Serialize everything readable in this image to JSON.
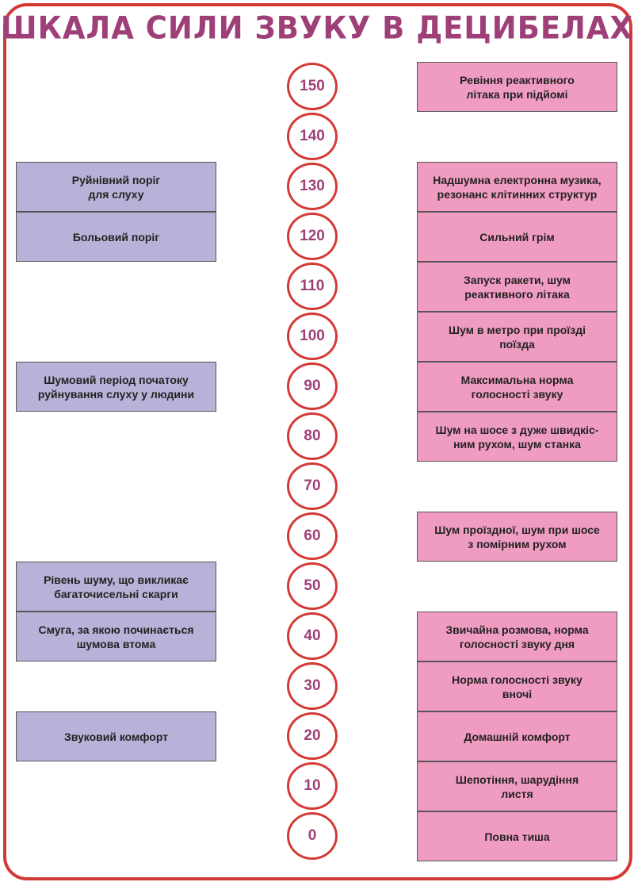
{
  "title": "ШКАЛА СИЛИ ЗВУКУ В ДЕЦИБЕЛАХ",
  "colors": {
    "frame": "#d43a35",
    "title": "#9e3f78",
    "left_box": "#b9b2d8",
    "right_box": "#f09cc2"
  },
  "scale": {
    "levels": [
      "150",
      "140",
      "130",
      "120",
      "110",
      "100",
      "90",
      "80",
      "70",
      "60",
      "50",
      "40",
      "30",
      "20",
      "10",
      "0"
    ]
  },
  "left_labels": [
    {
      "level": "130",
      "text": "Руйнівний поріг\nдля слуху"
    },
    {
      "level": "120",
      "text": "Больовий поріг"
    },
    {
      "level": "90",
      "text": "Шумовий період початоку\nруйнування слуху у людини"
    },
    {
      "level": "50",
      "text": "Рівень шуму, що викликає\nбагаточисельні скарги"
    },
    {
      "level": "40",
      "text": "Смуга, за якою починається\nшумова втома"
    },
    {
      "level": "20",
      "text": "Звуковий комфорт"
    }
  ],
  "right_labels": [
    {
      "level": "150",
      "text": "Ревіння реактивного\nлітака при підйомі"
    },
    {
      "level": "130",
      "text": "Надшумна електронна музика,\nрезонанс клітинних структур"
    },
    {
      "level": "120",
      "text": "Сильний грім"
    },
    {
      "level": "110",
      "text": "Запуск ракети, шум\nреактивного літака"
    },
    {
      "level": "100",
      "text": "Шум в метро при проїзді\nпоїзда"
    },
    {
      "level": "90",
      "text": "Максимальна норма\nголосності звуку"
    },
    {
      "level": "80",
      "text": "Шум на шосе з дуже швидкіс-\nним рухом, шум станка"
    },
    {
      "level": "60",
      "text": "Шум проїздної, шум при шосе\nз помірним рухом"
    },
    {
      "level": "40",
      "text": "Звичайна розмова, норма\nголосності звуку дня"
    },
    {
      "level": "30",
      "text": "Норма голосності звуку\nвночі"
    },
    {
      "level": "20",
      "text": "Домашній комфорт"
    },
    {
      "level": "10",
      "text": "Шепотіння, шарудіння\nлистя"
    },
    {
      "level": "0",
      "text": "Повна тиша"
    }
  ]
}
